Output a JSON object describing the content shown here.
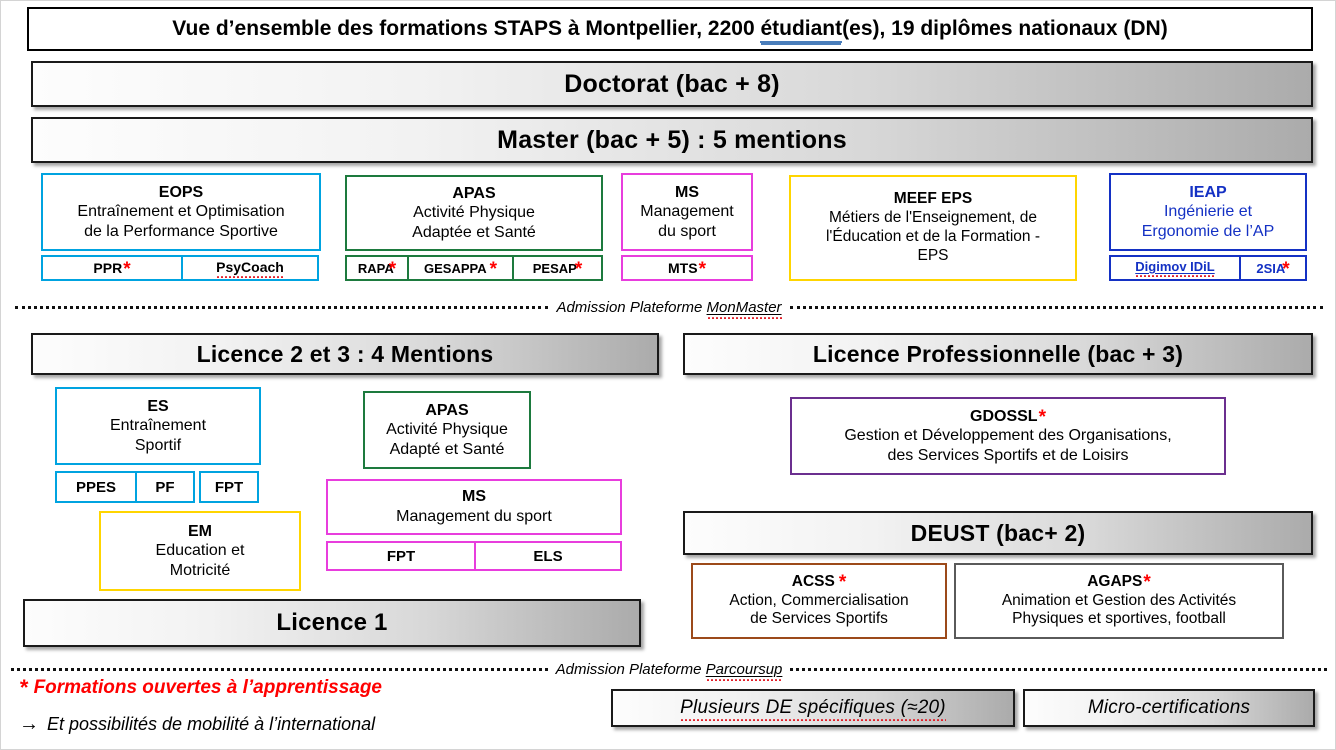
{
  "page": {
    "title": "Vue d’ensemble des formations STAPS à Montpellier, 2200 étudiant(es), 19 diplômes nationaux (DN)",
    "title_parts": {
      "before": "Vue d’ensemble des formations STAPS à Montpellier, 2200 ",
      "misspelled": "étudiant",
      "after": "(es), 19 diplômes nationaux (DN)"
    }
  },
  "banners": {
    "doctorat": "Doctorat (bac + 8)",
    "master": "Master (bac + 5) : 5 mentions",
    "licence23": "Licence 2 et 3 : 4 Mentions",
    "licence_pro": "Licence Professionnelle (bac + 3)",
    "deust": "DEUST (bac+ 2)",
    "licence1": "Licence 1",
    "de_specifiques": "Plusieurs DE spécifiques (≈20)",
    "de_specifiques_misspelled": "spécifiques",
    "micro_certifications": "Micro-certifications"
  },
  "master_mentions": [
    {
      "code": "EOPS",
      "full_lines": [
        "Entraînement et Optimisation",
        "de la Performance Sportive"
      ],
      "color": "cyan",
      "parcours": [
        {
          "label": "PPR",
          "star": true,
          "squiggle": false
        },
        {
          "label": "PsyCoach",
          "star": false,
          "squiggle": true
        }
      ]
    },
    {
      "code": "APAS",
      "full_lines": [
        "Activité Physique",
        "Adaptée et Santé"
      ],
      "color": "green",
      "parcours": [
        {
          "label": "RAPA",
          "star": true,
          "squiggle": false
        },
        {
          "label": "GESAPPA",
          "star": true,
          "squiggle": false
        },
        {
          "label": "PESAP",
          "star": true,
          "squiggle": false
        }
      ]
    },
    {
      "code": "MS",
      "full_lines": [
        "Management",
        "du sport"
      ],
      "color": "magenta",
      "parcours": [
        {
          "label": "MTS",
          "star": true,
          "squiggle": false
        }
      ]
    },
    {
      "code": "MEEF EPS",
      "full_lines": [
        "Métiers de l'Enseignement, de",
        "l'Éducation et de la Formation -",
        "EPS"
      ],
      "color": "yellow",
      "parcours": []
    },
    {
      "code": "IEAP",
      "full_lines": [
        "Ingénierie et",
        "Ergonomie de l’AP"
      ],
      "color": "blue",
      "parcours": [
        {
          "label": "Digimov IDiL",
          "star": false,
          "squiggle": true
        },
        {
          "label": "2SIA",
          "star": true,
          "squiggle": false
        }
      ]
    }
  ],
  "licence_mentions": [
    {
      "code": "ES",
      "full_lines": [
        "Entraînement",
        "Sportif"
      ],
      "color": "cyan",
      "parcours": [
        {
          "label": "PPES"
        },
        {
          "label": "PF"
        },
        {
          "label": "FPT"
        }
      ]
    },
    {
      "code": "EM",
      "full_lines": [
        "Education et",
        "Motricité"
      ],
      "color": "yellow",
      "parcours": []
    },
    {
      "code": "APAS",
      "full_lines": [
        "Activité Physique",
        "Adapté et Santé"
      ],
      "color": "green",
      "parcours": []
    },
    {
      "code": "MS",
      "full_lines": [
        "Management du sport"
      ],
      "color": "magenta",
      "parcours": [
        {
          "label": "FPT"
        },
        {
          "label": "ELS"
        }
      ]
    }
  ],
  "licence_pro": {
    "code": "GDOSSL",
    "star": true,
    "full_lines": [
      "Gestion et Développement des Organisations,",
      "des Services Sportifs et de Loisirs"
    ],
    "color": "purple"
  },
  "deust_programs": [
    {
      "code": "ACSS",
      "star": true,
      "full_lines": [
        "Action, Commercialisation",
        "de Services Sportifs"
      ],
      "color": "brown"
    },
    {
      "code": "AGAPS",
      "star": true,
      "full_lines": [
        "Animation et Gestion des Activités",
        "Physiques et sportives, football"
      ],
      "color": "gray"
    }
  ],
  "dividers": {
    "monmaster": "Admission Plateforme MonMaster",
    "monmaster_prefix": "Admission Plateforme ",
    "monmaster_misspelled": "MonMaster",
    "parcoursup_prefix": "Admission Plateforme ",
    "parcoursup_misspelled": "Parcoursup"
  },
  "legend": {
    "star_symbol": "*",
    "apprenticeship": "Formations ouvertes à l’apprentissage",
    "arrow": "→",
    "mobility": "Et possibilités de mobilité à l’international"
  },
  "colors": {
    "cyan": "#00a3e0",
    "green": "#1d7a3e",
    "magenta": "#e83ddd",
    "yellow": "#ffd500",
    "blue": "#1431c4",
    "purple": "#6b2f8f",
    "brown": "#9c4a1a",
    "gray": "#5a5a5a",
    "star_red": "#ff0000"
  }
}
